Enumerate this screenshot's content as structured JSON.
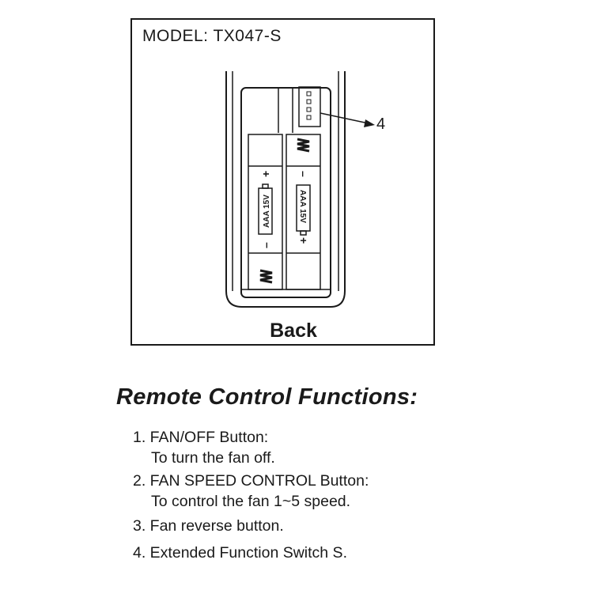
{
  "diagram": {
    "model_label": "MODEL: TX047-S",
    "callout_label": "4",
    "battery_label_left": "AAA 15V",
    "battery_label_right": "AAA 15V",
    "plus": "+",
    "minus": "–",
    "view_label": "Back"
  },
  "functions": {
    "heading": "Remote Control Functions:",
    "items": [
      {
        "title": "1. FAN/OFF  Button:",
        "desc": "To turn the fan off."
      },
      {
        "title": "2. FAN SPEED CONTROL Button:",
        "desc": "To control the fan 1~5 speed."
      },
      {
        "title": "3. Fan reverse button.",
        "desc": ""
      },
      {
        "title": "4. Extended Function Switch S.",
        "desc": ""
      }
    ]
  }
}
